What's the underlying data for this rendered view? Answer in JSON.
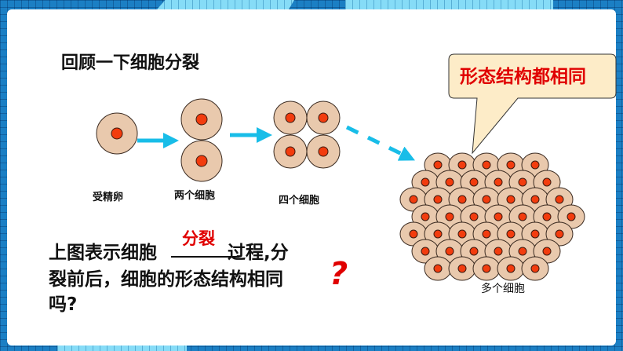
{
  "title": "回顾一下细胞分裂",
  "labels": {
    "zygote": "受精卵",
    "two_cells": "两个细胞",
    "four_cells": "四个细胞",
    "many_cells": "多个细胞"
  },
  "callout": "形态结构都相同",
  "question": {
    "line1_a": "上图表示细胞",
    "answer": "分裂",
    "line1_b": "过程,分",
    "line2": "裂前后，细胞的形态结构相同",
    "line3": "吗?",
    "mark": "?"
  },
  "colors": {
    "cell": "#e9c9ad",
    "nucleus": "#f23c0e",
    "arrow": "#18bde8",
    "accent": "#e00000",
    "frame": "#1b7fc4"
  }
}
